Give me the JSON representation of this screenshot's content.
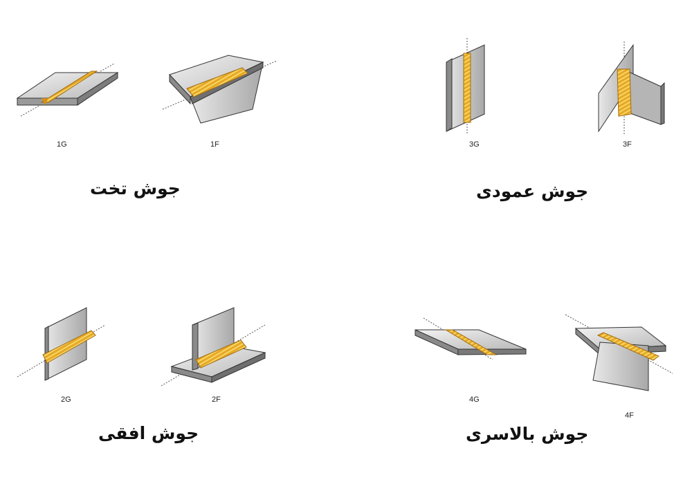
{
  "groups": {
    "flat": {
      "title": "جوش تخت",
      "codes": [
        "1G",
        "1F"
      ]
    },
    "vertical": {
      "title": "جوش عمودی",
      "codes": [
        "3G",
        "3F"
      ]
    },
    "horizontal": {
      "title": "جوش افقی",
      "codes": [
        "2G",
        "2F"
      ]
    },
    "overhead": {
      "title": "جوش بالاسری",
      "codes": [
        "4G",
        "4F"
      ]
    }
  },
  "colors": {
    "plate_top": "#dcdcdc",
    "plate_side": "#8e8e8e",
    "plate_edge": "#3a3a3a",
    "weld": "#e3a21a",
    "weld_highlight": "#f6d56a",
    "axis_line": "#555555"
  }
}
